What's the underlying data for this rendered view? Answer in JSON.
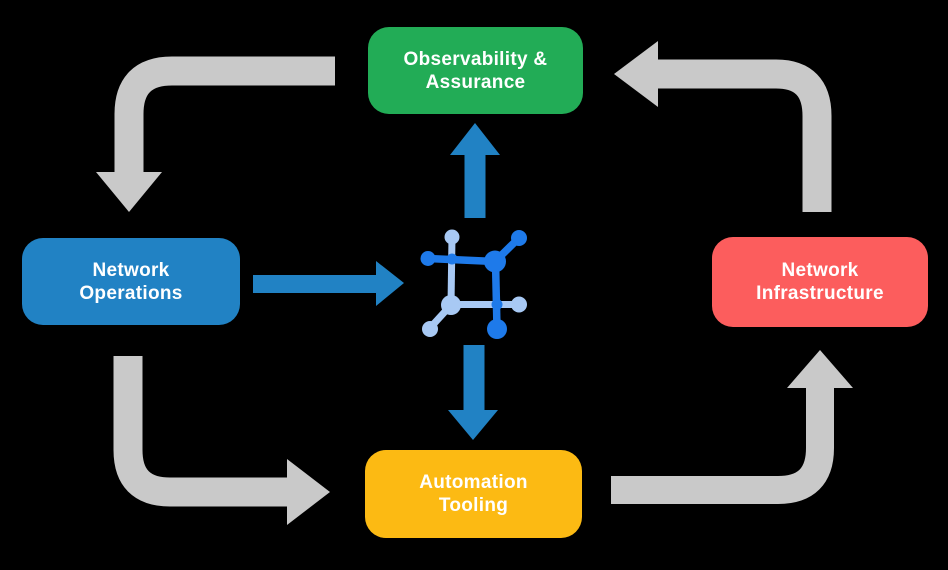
{
  "background": "#000000",
  "nodes": {
    "observability": {
      "line1": "Observability &",
      "line2": "Assurance",
      "color": "#22AC56",
      "text_color": "#FFFFFF"
    },
    "operations": {
      "line1": "Network",
      "line2": "Operations",
      "color": "#2182C4",
      "text_color": "#FFFFFF"
    },
    "infrastructure": {
      "line1": "Network",
      "line2": "Infrastructure",
      "color": "#FC5D5D",
      "text_color": "#FFFFFF"
    },
    "automation": {
      "line1": "Automation",
      "line2": "Tooling",
      "color": "#FCBA13",
      "text_color": "#FFFFFF"
    }
  },
  "arrows": {
    "gray_color": "#C9C9C9",
    "blue_color": "#2182C4"
  },
  "icon": {
    "name": "network-mesh-icon",
    "dark_blue": "#1E7AEA",
    "light_blue": "#A8C9F4"
  }
}
